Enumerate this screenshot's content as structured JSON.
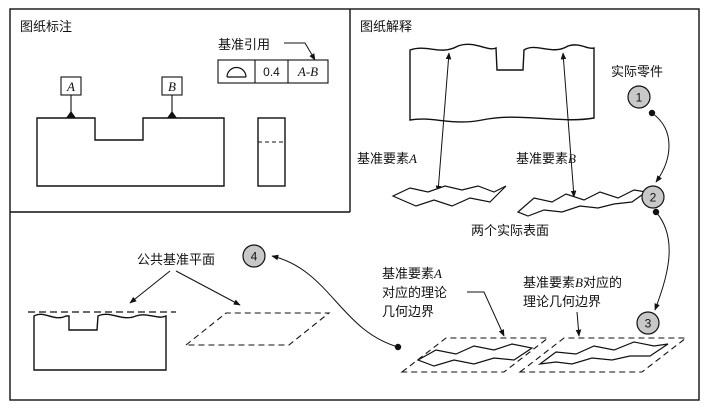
{
  "panels": {
    "drawing_title": "图纸标注",
    "interpretation_title": "图纸解释"
  },
  "datum_reference_label": "基准引用",
  "feature_control_frame": {
    "symbol": "profile-of-surface",
    "tolerance": "0.4",
    "datum": "A-B"
  },
  "datum_letters": {
    "a": "A",
    "b": "B"
  },
  "labels": {
    "actual_part": "实际零件",
    "datum_feature_a_prefix": "基准要素",
    "datum_feature_a_letter": "A",
    "datum_feature_b_prefix": "基准要素",
    "datum_feature_b_letter": "B",
    "two_actual_surfaces": "两个实际表面",
    "common_datum_plane": "公共基准平面",
    "boundary_a_line1_prefix": "基准要素",
    "boundary_a_line1_letter": "A",
    "boundary_a_line2": "对应的理论",
    "boundary_a_line3": "几何边界",
    "boundary_b_line1_prefix": "基准要素",
    "boundary_b_line1_letter": "B",
    "boundary_b_line1_suffix": "对应的",
    "boundary_b_line2": "理论几何边界"
  },
  "steps": [
    "1",
    "2",
    "3",
    "4"
  ],
  "colors": {
    "ink": "#111111",
    "step_fill": "#c8c8c8",
    "dot": "#111111"
  }
}
